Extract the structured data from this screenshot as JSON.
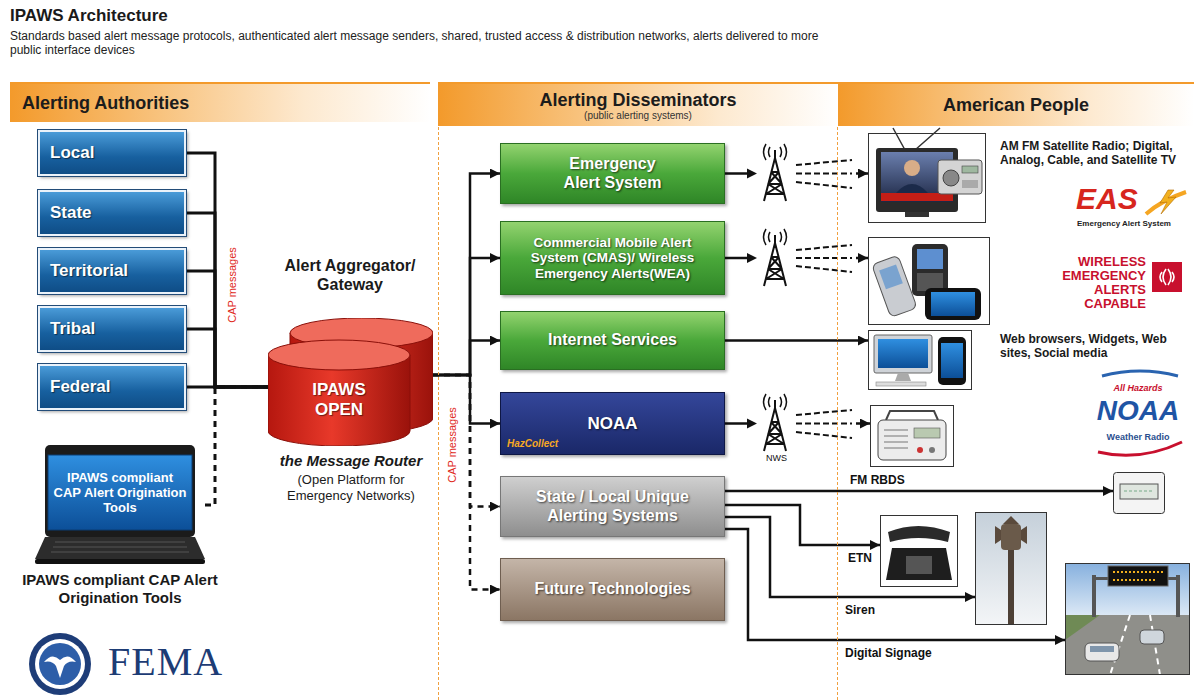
{
  "diagram": {
    "title": "IPAWS Architecture",
    "caption": "Standards based alert message protocols, authenticated alert message senders, shared, trusted access & distribution networks, alerts delivered to more public interface devices",
    "nodes": [
      {
        "text": [
          "Alerting Authorities"
        ]
      },
      {
        "text": [
          "Local"
        ]
      },
      {
        "text": [
          "State"
        ]
      },
      {
        "text": [
          "Territorial"
        ]
      },
      {
        "text": [
          "Tribal"
        ]
      },
      {
        "text": [
          "Federal"
        ]
      },
      {
        "text": [
          "IPAWS compliant CAP Alert Origination Tools",
          "IPAWS compliant CAP Alert Origination Tools"
        ]
      },
      {
        "text": [
          "Alert Aggregator/ Gateway",
          "IPAWS OPEN",
          "the Message Router",
          "(Open Platform for Emergency Networks)"
        ]
      },
      {
        "text": [
          "Alerting Disseminators",
          "(public alerting systems)"
        ]
      },
      {
        "text": [
          "Emergency Alert System"
        ],
        "in": 8
      },
      {
        "text": [
          "Commercial Mobile Alert System (CMAS)/ Wireless Emergency Alerts(WEA)"
        ],
        "in": 8
      },
      {
        "text": [
          "Internet Services"
        ],
        "in": 8
      },
      {
        "text": [
          "NOAA",
          "HazCollect"
        ],
        "in": 8
      },
      {
        "text": [
          "State / Local Unique Alerting Systems"
        ],
        "in": 8
      },
      {
        "text": [
          "Future Technologies"
        ],
        "in": 8
      },
      {
        "text": [
          "American People"
        ]
      },
      {
        "text": [
          "AM FM Satellite Radio; Digital, Analog, Cable, and Satellite TV"
        ],
        "in": 15
      },
      {
        "text": [
          "WIRELESS EMERGENCY ALERTS CAPABLE"
        ],
        "in": 15
      },
      {
        "text": [
          "Web browsers, Widgets, Web sites, Social media"
        ],
        "in": 15
      },
      {
        "text": [
          "All Hazards",
          "NOAA",
          "Weather Radio"
        ],
        "in": 15
      },
      {
        "text": [
          "FM RBDS"
        ],
        "in": 15
      },
      {
        "text": [
          "ETN"
        ],
        "in": 15
      },
      {
        "text": [
          "Siren"
        ],
        "in": 15
      },
      {
        "text": [
          "Digital Signage"
        ],
        "in": 15
      }
    ],
    "edges": [
      {
        "from": 1,
        "to": 7,
        "arrow": "none"
      },
      {
        "from": 2,
        "to": 7,
        "arrow": "none"
      },
      {
        "from": 3,
        "to": 7,
        "arrow": "none"
      },
      {
        "from": 4,
        "to": 7,
        "arrow": "none"
      },
      {
        "from": 5,
        "to": 7,
        "arrow": "none"
      },
      {
        "from": 6,
        "to": 7,
        "arrow": "none"
      },
      {
        "from": 7,
        "to": 9,
        "arrow": "to"
      },
      {
        "from": 7,
        "to": 10,
        "arrow": "to"
      },
      {
        "from": 7,
        "to": 11,
        "arrow": "to"
      },
      {
        "from": 7,
        "to": 12,
        "arrow": "to"
      },
      {
        "from": 7,
        "to": 13,
        "arrow": "to"
      },
      {
        "from": 7,
        "to": 14,
        "arrow": "to"
      },
      {
        "from": 9,
        "to": 16,
        "arrow": "to"
      },
      {
        "from": 10,
        "to": 17,
        "arrow": "to"
      },
      {
        "from": 11,
        "to": 18,
        "arrow": "to"
      },
      {
        "from": 12,
        "to": 19,
        "arrow": "to"
      },
      {
        "from": 13,
        "to": 20,
        "arrow": "to"
      },
      {
        "from": 13,
        "to": 21,
        "arrow": "to"
      },
      {
        "from": 13,
        "to": 22,
        "arrow": "to"
      },
      {
        "from": 13,
        "to": 23,
        "arrow": "to"
      }
    ],
    "labels": [
      "CAP messages",
      "CAP messages",
      "EAS",
      "Emergency Alert System",
      "NWS",
      "FEMA"
    ]
  }
}
